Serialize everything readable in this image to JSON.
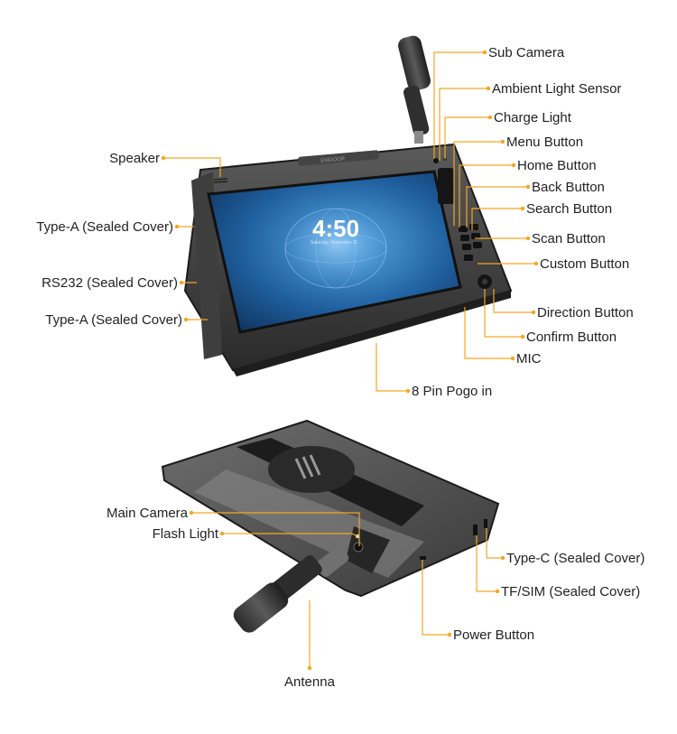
{
  "accent_color": "#f5a623",
  "front_view": {
    "brand_text": "EMDOOR",
    "screen_clock": {
      "time": "4:50",
      "date": "Saturday, November 11"
    },
    "labels": {
      "sub_camera": "Sub Camera",
      "ambient_light_sensor": "Ambient Light Sensor",
      "charge_light": "Charge Light",
      "menu_button": "Menu Button",
      "home_button": "Home Button",
      "back_button": "Back Button",
      "search_button": "Search Button",
      "scan_button": "Scan Button",
      "custom_button": "Custom Button",
      "direction_button": "Direction Button",
      "confirm_button": "Confirm Button",
      "mic": "MIC",
      "pogo_pin": "8 Pin Pogo in",
      "speaker": "Speaker",
      "type_a_1": "Type-A (Sealed Cover)",
      "rs232": "RS232 (Sealed Cover)",
      "type_a_2": "Type-A (Sealed Cover)"
    }
  },
  "back_view": {
    "labels": {
      "main_camera": "Main Camera",
      "flash_light": "Flash Light",
      "type_c": "Type-C (Sealed Cover)",
      "tf_sim": "TF/SIM (Sealed Cover)",
      "power_button": "Power Button",
      "antenna": "Antenna"
    }
  }
}
